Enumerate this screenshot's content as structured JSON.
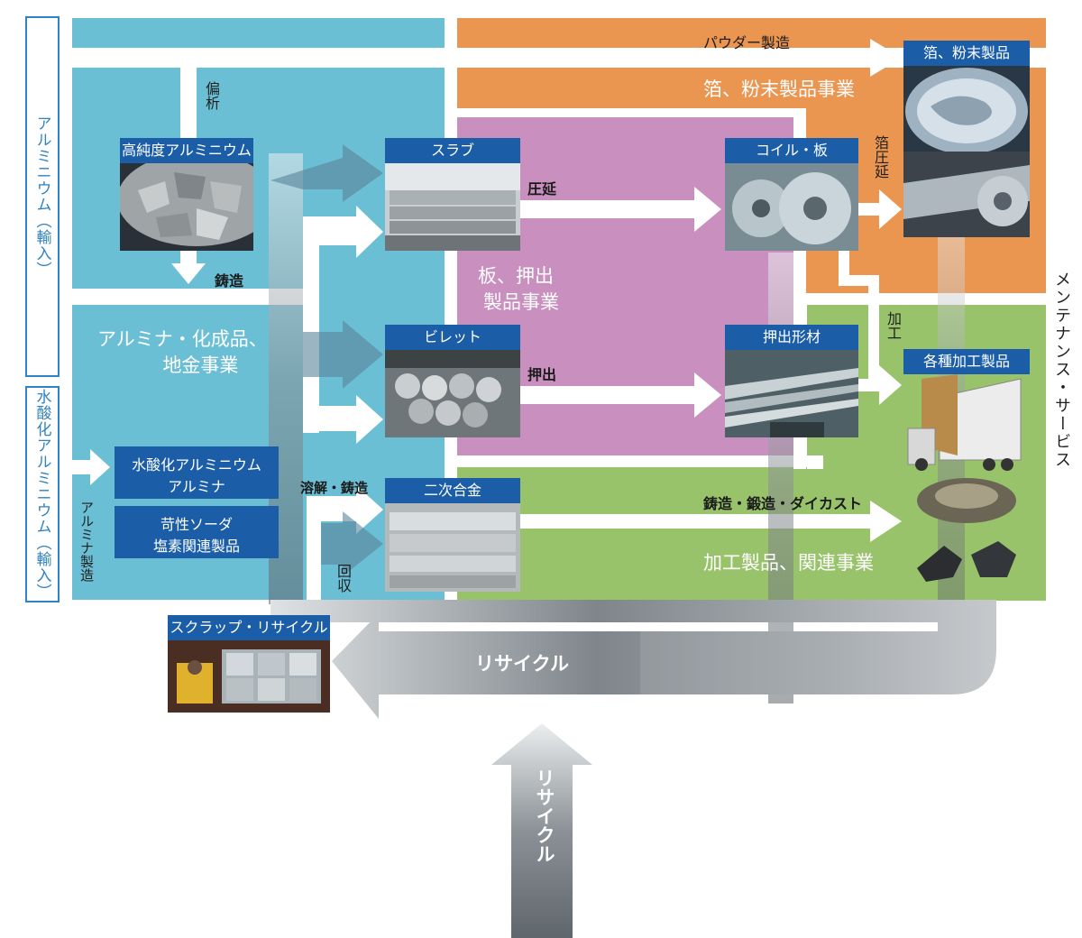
{
  "left_labels": {
    "aluminium_import": "アルミニウム（輸入）",
    "hydroxide_import": "水酸化アルミニウム（輸入）"
  },
  "right_label": "メンテナンス・サービス",
  "top_flow": {
    "powder": "パウダー製造",
    "foil_business": "箔、粉末製品事業"
  },
  "nodes": {
    "high_purity": "高純度アルミニウム",
    "slab": "スラブ",
    "billet": "ビレット",
    "secondary_alloy": "二次合金",
    "coil_plate": "コイル・板",
    "extrusion": "押出形材",
    "foil_powder": "箔、粉末製品",
    "processed_products": "各種加工製品",
    "scrap": "スクラップ・リサイクル"
  },
  "panels": {
    "hydroxide": [
      "水酸化アルミニウム",
      "アルミナ"
    ],
    "caustic": [
      "苛性ソーダ",
      "塩素関連製品"
    ]
  },
  "business": {
    "alumina": [
      "アルミナ・化成品、",
      "地金事業"
    ],
    "plate_extrusion": [
      "板、押出",
      "製品事業"
    ],
    "processed": "加工製品、関連事業"
  },
  "process_labels": {
    "segregation": "偏析",
    "casting": "鋳造",
    "rolling": "圧延",
    "extruding": "押出",
    "melt_cast": "溶解・鋳造",
    "recovery": "回収",
    "alumina_mfg": "アルミナ製造",
    "foil_rolling": "箔圧延",
    "processing": "加工",
    "cast_forge_die": "鋳造・鍛造・ダイカスト"
  },
  "recycle": {
    "horizontal": "リサイクル",
    "vertical": "リサイクル"
  },
  "colors": {
    "blue": "#6bbfd5",
    "orange": "#ea9550",
    "pink": "#c98fbe",
    "green": "#99c36a",
    "header": "#1b5ea7",
    "side_border": "#2f82c4"
  }
}
